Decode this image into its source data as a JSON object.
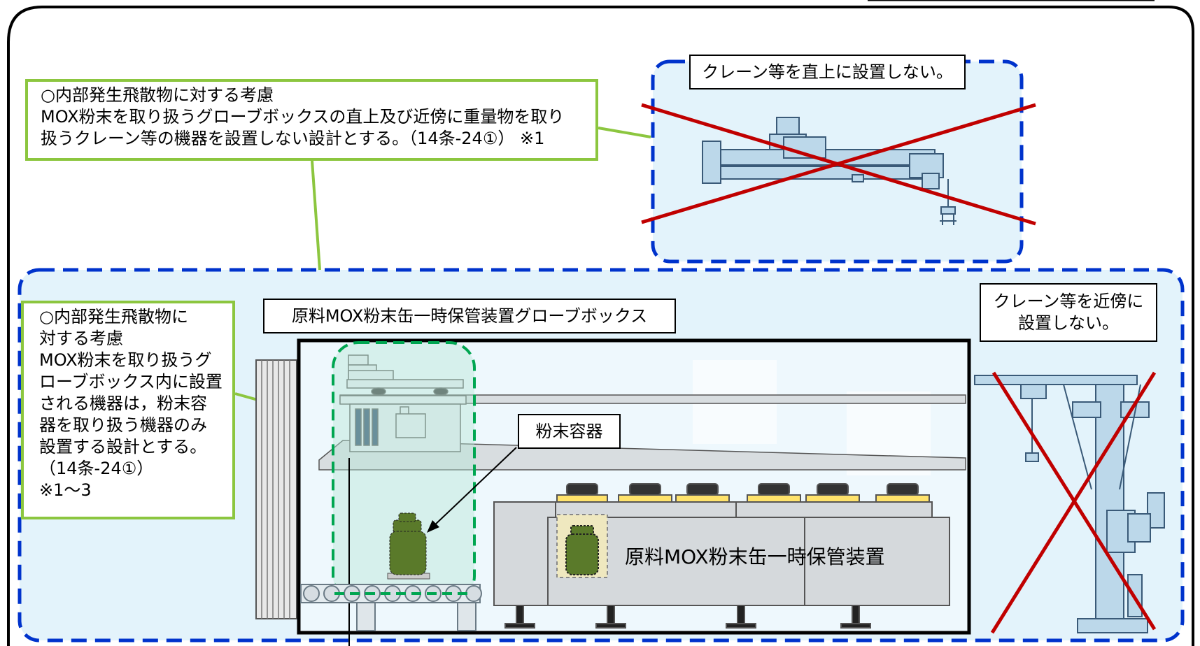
{
  "colors": {
    "green_border": "#8cc63f",
    "blue_dashed": "#0033cc",
    "light_blue_fill": "#e3f3fb",
    "red_cross": "#c00000",
    "container_green": "#5a7a2a",
    "gray_device": "#d5d9dc"
  },
  "notes": {
    "top": "○内部発生飛散物に対する考慮\nMOX粉末を取り扱うグローブボックスの直上及び近傍に重量物を取り\n扱うクレーン等の機器を設置しない設計とする。（14条-24①） ※1",
    "left": "○内部発生飛散物に\n対する考慮\nMOX粉末を取り扱うグ\nローブボックス内に設置\nされる機器は，粉末容\n器を取り扱う機器のみ\n設置する設計とする。\n（14条-24①）\n※1～3"
  },
  "labels": {
    "crane_above": "クレーン等を直上に設置しない。",
    "glovebox": "原料MOX粉末缶一時保管装置グローブボックス",
    "crane_near": "クレーン等を近傍に\n設置しない。",
    "powder_container": "粉末容器",
    "storage_device": "原料MOX粉末缶一時保管装置"
  },
  "icons": [
    "crossed-out-overhead-crane-icon",
    "crossed-out-jib-crane-icon",
    "powder-container-icon"
  ]
}
